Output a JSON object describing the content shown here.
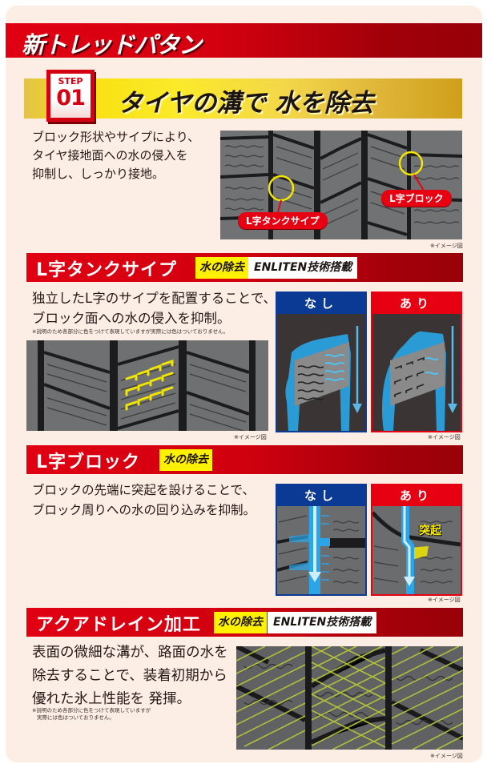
{
  "header": {
    "title": "新トレッドパタン"
  },
  "step": {
    "label": "STEP",
    "number": "01",
    "title": "タイヤの溝で 水を除去",
    "description_lines": [
      "ブロック形状やサイプにより、",
      "タイヤ接地面への水の侵入を",
      "抑制し、しっかり接地。"
    ],
    "callouts": {
      "tank_sipe": "L字タンクサイプ",
      "l_block": "L字ブロック"
    },
    "image_note": "※イメージ図"
  },
  "sections": [
    {
      "title": "L字タンクサイプ",
      "tags": [
        "水の除去",
        "ENLITEN技術搭載"
      ],
      "description_lines": [
        "独立したL字のサイプを配置することで、",
        "ブロック面への水の侵入を抑制。"
      ],
      "note": "※説明のため各部分に色をつけて表現していますが実際には色はついておりません。",
      "image_note": "※イメージ図",
      "comparison": {
        "without": "なし",
        "with": "あり",
        "image_note": "※イメージ図"
      }
    },
    {
      "title": "L字ブロック",
      "tags": [
        "水の除去"
      ],
      "description_lines": [
        "ブロックの先端に突起を設けることで、",
        "ブロック周りへの水の回り込みを抑制。"
      ],
      "comparison": {
        "without": "なし",
        "with": "あり",
        "bump_label": "突起",
        "image_note": "※イメージ図"
      }
    },
    {
      "title": "アクアドレイン加工",
      "tags": [
        "水の除去",
        "ENLITEN技術搭載"
      ],
      "description_lines": [
        "表面の微細な溝が、路面の水を",
        "除去することで、装着初期から",
        "優れた氷上性能を 発揮。"
      ],
      "note_lines": [
        "※説明のため各部分に色をつけて表現していますが",
        "実際には色はついておりません。"
      ],
      "image_note": "※イメージ図"
    }
  ],
  "colors": {
    "brand_red": "#e60012",
    "dark_red": "#9a0008",
    "yellow": "#fff100",
    "blue": "#0b3a94",
    "background": "#fcede5",
    "water_blue": "#2aa6e8",
    "tire_gray": "#6b6d6f"
  }
}
